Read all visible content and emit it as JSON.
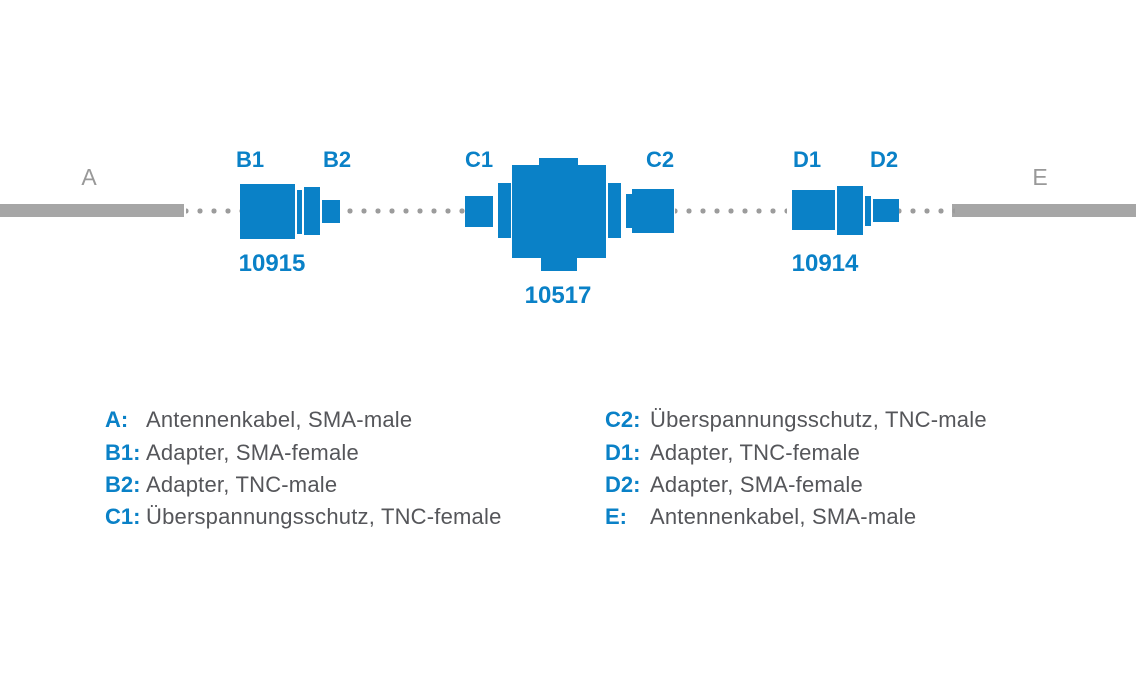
{
  "colors": {
    "accent_blue": "#0a81c7",
    "cable_gray": "#a6a6a6",
    "dot_gray": "#9c9c9c",
    "endpoint_gray": "#999999",
    "legend_text_gray": "#55565a"
  },
  "diagram": {
    "endpoint_left_label": "A",
    "endpoint_right_label": "E",
    "connector_labels": {
      "b1": "B1",
      "b2": "B2",
      "c1": "C1",
      "c2": "C2",
      "d1": "D1",
      "d2": "D2"
    },
    "part_numbers": {
      "adapter_left": "10915",
      "surge_protector": "10517",
      "adapter_right": "10914"
    },
    "icons": [
      "cable-icon",
      "adapter-connector-icon",
      "surge-protector-icon",
      "dotted-connection-icon"
    ]
  },
  "legend": {
    "left_column": [
      {
        "key": "A:",
        "desc": "Antennenkabel, SMA-male"
      },
      {
        "key": "B1:",
        "desc": "Adapter, SMA-female"
      },
      {
        "key": "B2:",
        "desc": "Adapter, TNC-male"
      },
      {
        "key": "C1:",
        "desc": "Überspannungsschutz, TNC-female"
      }
    ],
    "right_column": [
      {
        "key": "C2:",
        "desc": "Überspannungsschutz, TNC-male"
      },
      {
        "key": "D1:",
        "desc": "Adapter, TNC-female"
      },
      {
        "key": "D2:",
        "desc": "Adapter, SMA-female"
      },
      {
        "key": "E:",
        "desc": "Antennenkabel, SMA-male"
      }
    ]
  }
}
